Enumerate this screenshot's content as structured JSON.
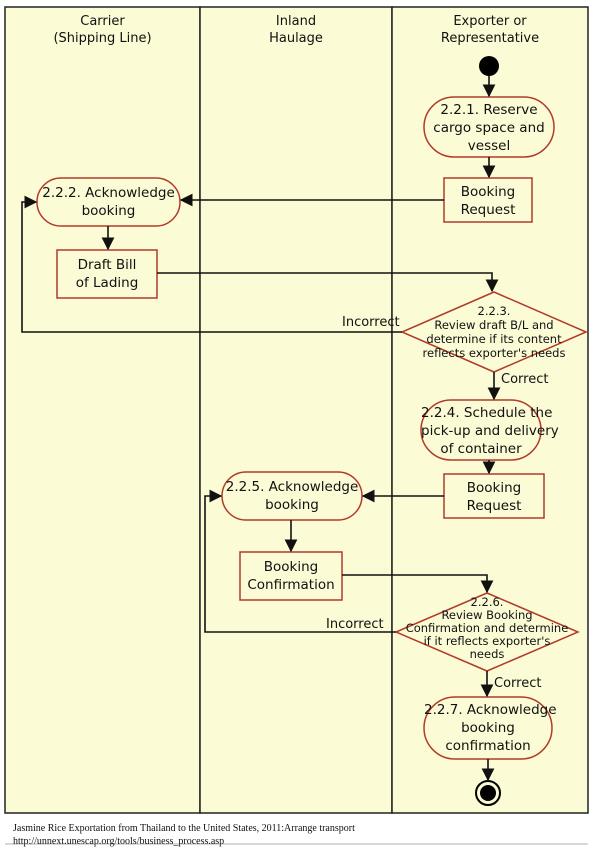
{
  "lanes": {
    "carrier": [
      "Carrier",
      "(Shipping Line)"
    ],
    "inland": [
      "Inland",
      "Haulage"
    ],
    "exporter": [
      "Exporter or",
      "Representative"
    ]
  },
  "nodes": {
    "a221": [
      "2.2.1. Reserve",
      "cargo space and",
      "vessel"
    ],
    "booking_request_1": [
      "Booking",
      "Request"
    ],
    "a222": [
      "2.2.2. Acknowledge",
      "booking"
    ],
    "draft_bl": [
      "Draft Bill",
      "of Lading"
    ],
    "d223": [
      "2.2.3.",
      "Review draft B/L and",
      "determine if its content",
      "reflects exporter's needs"
    ],
    "a224": [
      "2.2.4. Schedule the",
      "pick-up and delivery",
      "of container"
    ],
    "booking_request_2": [
      "Booking",
      "Request"
    ],
    "a225": [
      "2.2.5. Acknowledge",
      "booking"
    ],
    "booking_confirmation": [
      "Booking",
      "Confirmation"
    ],
    "d226": [
      "2.2.6.",
      "Review Booking",
      "Confirmation and determine",
      "if it reflects exporter's",
      "needs"
    ],
    "a227": [
      "2.2.7. Acknowledge",
      "booking",
      "confirmation"
    ]
  },
  "guards": {
    "incorrect_1": "Incorrect",
    "correct_1": "Correct",
    "incorrect_2": "Incorrect",
    "correct_2": "Correct"
  },
  "caption": [
    "Jasmine Rice Exportation from Thailand to the United States, 2011:Arrange transport",
    "http://unnext.unescap.org/tools/business_process.asp"
  ],
  "colors": {
    "lane_fill": "#fbfbd6",
    "node_stroke": "#b23b2a",
    "line": "#111111",
    "start_end": "#000000"
  }
}
